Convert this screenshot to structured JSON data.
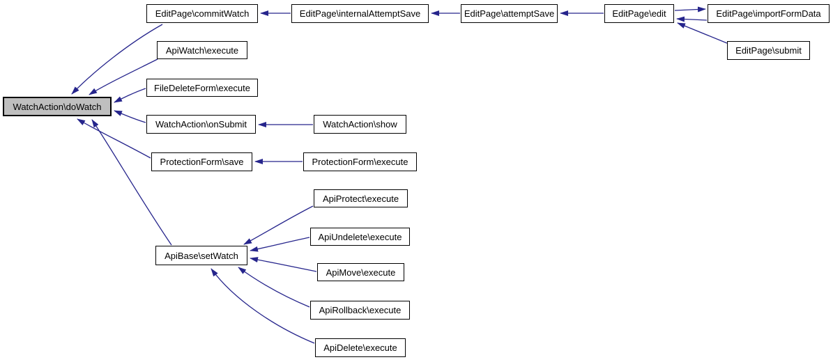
{
  "diagram": {
    "type": "call-graph",
    "description": "Caller graph: functions that call WatchAction\\doWatch",
    "background_color": "#ffffff",
    "edge_color": "#26258C",
    "node_border_color": "#000000",
    "node_fill_color": "#ffffff",
    "highlight_fill_color": "#BFBFBF",
    "nodes": [
      {
        "id": "doWatch",
        "label": "WatchAction\\doWatch",
        "highlighted": true
      },
      {
        "id": "commitWatch",
        "label": "EditPage\\commitWatch",
        "highlighted": false
      },
      {
        "id": "internalAttemptSave",
        "label": "EditPage\\internalAttemptSave",
        "highlighted": false
      },
      {
        "id": "attemptSave",
        "label": "EditPage\\attemptSave",
        "highlighted": false
      },
      {
        "id": "edit",
        "label": "EditPage\\edit",
        "highlighted": false
      },
      {
        "id": "importFormData",
        "label": "EditPage\\importFormData",
        "highlighted": false
      },
      {
        "id": "submit",
        "label": "EditPage\\submit",
        "highlighted": false
      },
      {
        "id": "apiWatchExecute",
        "label": "ApiWatch\\execute",
        "highlighted": false
      },
      {
        "id": "fileDeleteFormExecute",
        "label": "FileDeleteForm\\execute",
        "highlighted": false
      },
      {
        "id": "onSubmit",
        "label": "WatchAction\\onSubmit",
        "highlighted": false
      },
      {
        "id": "show",
        "label": "WatchAction\\show",
        "highlighted": false
      },
      {
        "id": "protectionFormSave",
        "label": "ProtectionForm\\save",
        "highlighted": false
      },
      {
        "id": "protectionFormExecute",
        "label": "ProtectionForm\\execute",
        "highlighted": false
      },
      {
        "id": "apiBaseSetWatch",
        "label": "ApiBase\\setWatch",
        "highlighted": false
      },
      {
        "id": "apiProtectExecute",
        "label": "ApiProtect\\execute",
        "highlighted": false
      },
      {
        "id": "apiUndeleteExecute",
        "label": "ApiUndelete\\execute",
        "highlighted": false
      },
      {
        "id": "apiMoveExecute",
        "label": "ApiMove\\execute",
        "highlighted": false
      },
      {
        "id": "apiRollbackExecute",
        "label": "ApiRollback\\execute",
        "highlighted": false
      },
      {
        "id": "apiDeleteExecute",
        "label": "ApiDelete\\execute",
        "highlighted": false
      }
    ],
    "edges": [
      {
        "from": "commitWatch",
        "to": "doWatch"
      },
      {
        "from": "apiWatchExecute",
        "to": "doWatch"
      },
      {
        "from": "fileDeleteFormExecute",
        "to": "doWatch"
      },
      {
        "from": "onSubmit",
        "to": "doWatch"
      },
      {
        "from": "protectionFormSave",
        "to": "doWatch"
      },
      {
        "from": "apiBaseSetWatch",
        "to": "doWatch"
      },
      {
        "from": "internalAttemptSave",
        "to": "commitWatch"
      },
      {
        "from": "attemptSave",
        "to": "internalAttemptSave"
      },
      {
        "from": "edit",
        "to": "attemptSave"
      },
      {
        "from": "edit",
        "to": "importFormData"
      },
      {
        "from": "importFormData",
        "to": "edit"
      },
      {
        "from": "submit",
        "to": "edit"
      },
      {
        "from": "show",
        "to": "onSubmit"
      },
      {
        "from": "protectionFormExecute",
        "to": "protectionFormSave"
      },
      {
        "from": "apiProtectExecute",
        "to": "apiBaseSetWatch"
      },
      {
        "from": "apiUndeleteExecute",
        "to": "apiBaseSetWatch"
      },
      {
        "from": "apiMoveExecute",
        "to": "apiBaseSetWatch"
      },
      {
        "from": "apiRollbackExecute",
        "to": "apiBaseSetWatch"
      },
      {
        "from": "apiDeleteExecute",
        "to": "apiBaseSetWatch"
      }
    ]
  }
}
